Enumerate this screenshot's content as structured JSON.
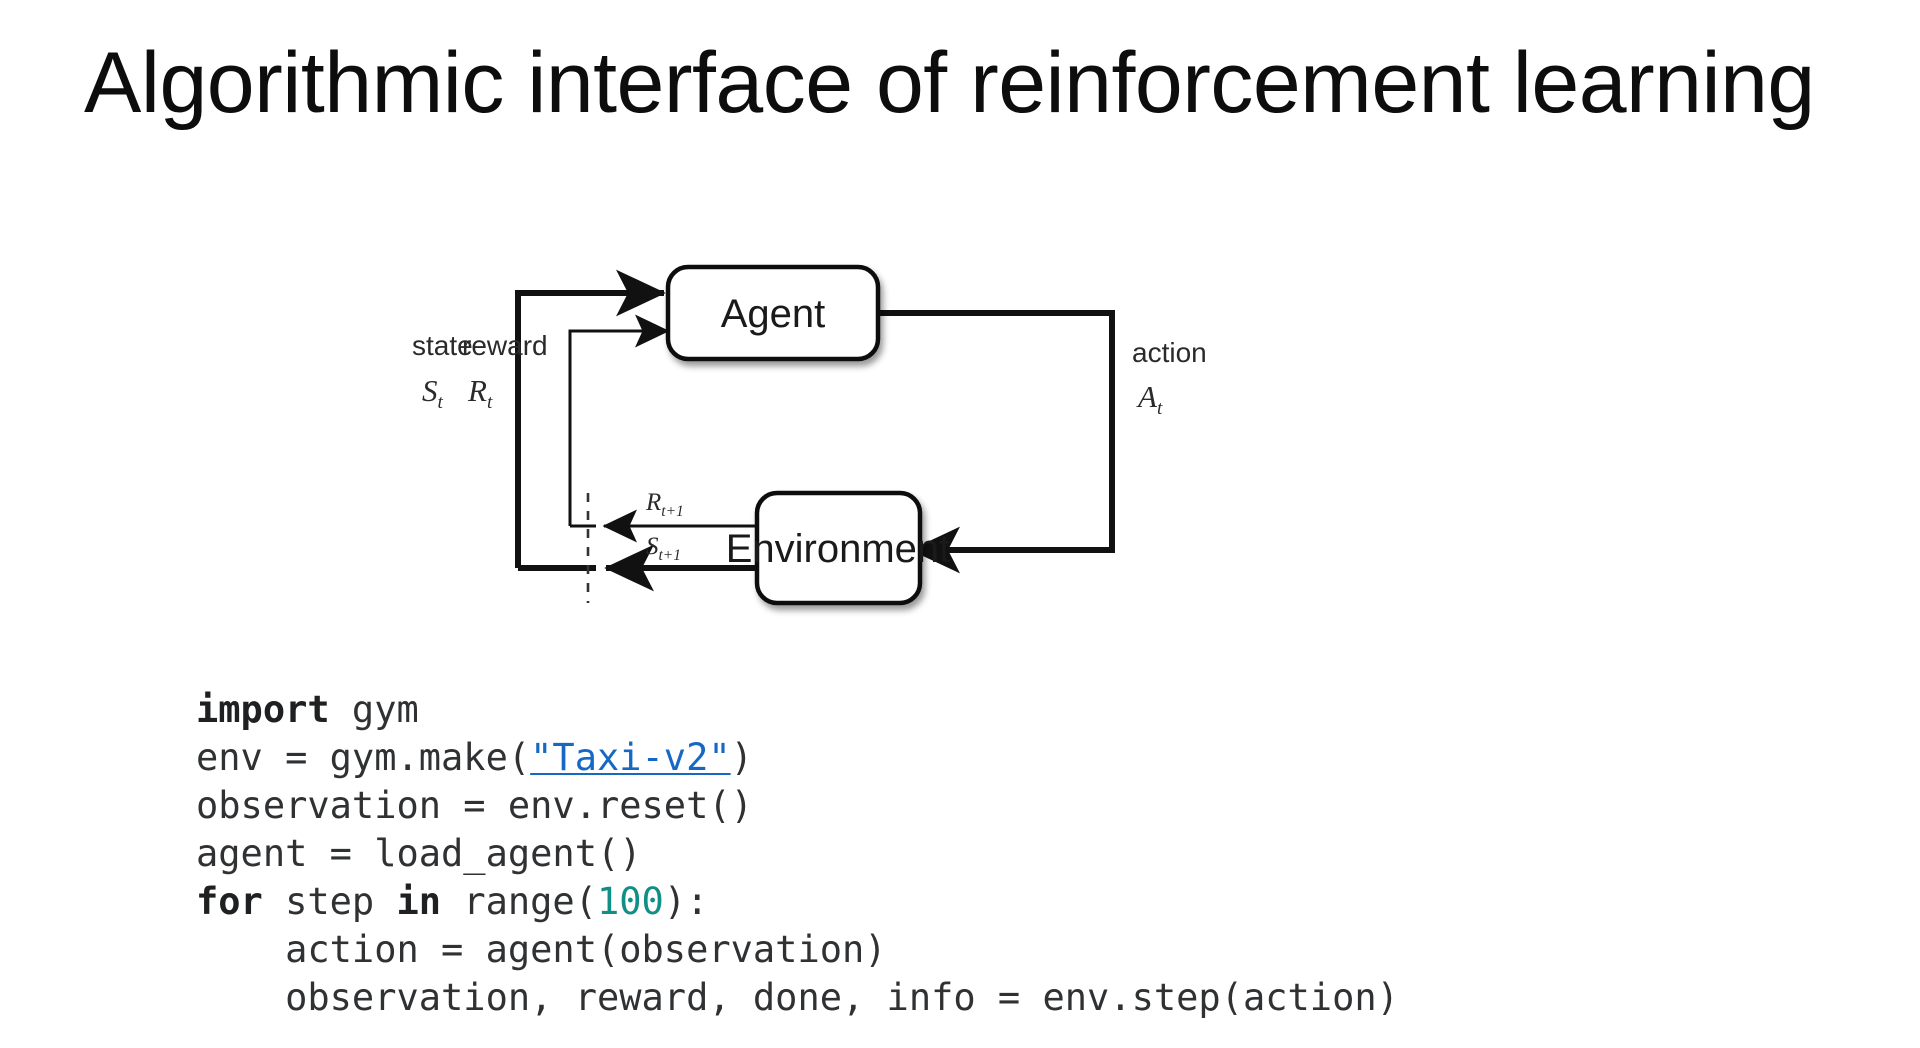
{
  "slide": {
    "title": "Algorithmic interface of reinforcement learning",
    "background_color": "#ffffff",
    "text_color": "#0d0d0d"
  },
  "diagram": {
    "name": "agent-environment-interaction-loop",
    "nodes": [
      {
        "id": "agent",
        "label": "Agent"
      },
      {
        "id": "environment",
        "label": "Environment"
      }
    ],
    "edge_labels": {
      "state_word": "state",
      "state_symbol": "S",
      "state_symbol_sub": "t",
      "reward_word": "reward",
      "reward_symbol": "R",
      "reward_symbol_sub": "t",
      "action_word": "action",
      "action_symbol": "A",
      "action_symbol_sub": "t",
      "next_reward_symbol": "R",
      "next_reward_sub": "t+1",
      "next_state_symbol": "S",
      "next_state_sub": "t+1"
    },
    "line_color": "#111111"
  },
  "code": {
    "language": "python",
    "keyword_color": "#1e2021",
    "number_color": "#0f8f86",
    "link_color": "#1668c4",
    "text_color": "#2f3133",
    "lines": [
      {
        "id": "l1",
        "tokens": [
          {
            "t": "import",
            "k": "kw"
          },
          {
            "t": " gym"
          }
        ]
      },
      {
        "id": "l2",
        "tokens": [
          {
            "t": "env = gym.make("
          },
          {
            "t": "\"Taxi-v2\"",
            "k": "lnk"
          },
          {
            "t": ")"
          }
        ]
      },
      {
        "id": "l3",
        "tokens": [
          {
            "t": "observation = env.reset()"
          }
        ]
      },
      {
        "id": "l4",
        "tokens": [
          {
            "t": "agent = load_agent()"
          }
        ]
      },
      {
        "id": "l5",
        "tokens": [
          {
            "t": "for",
            "k": "kw"
          },
          {
            "t": " step "
          },
          {
            "t": "in",
            "k": "kw"
          },
          {
            "t": " range("
          },
          {
            "t": "100",
            "k": "num"
          },
          {
            "t": "):"
          }
        ]
      },
      {
        "id": "l6",
        "tokens": [
          {
            "t": "    action = agent(observation)"
          }
        ]
      },
      {
        "id": "l7",
        "tokens": [
          {
            "t": "    observation, reward, done, info = env.step(action)"
          }
        ]
      }
    ],
    "link_text": "\"Taxi-v2\""
  }
}
